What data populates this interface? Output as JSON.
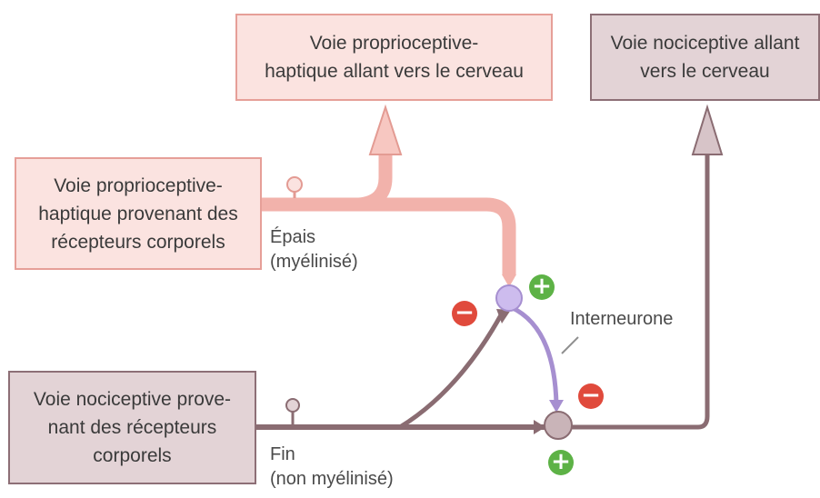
{
  "boxes": {
    "proprio_brain": "Voie proprioceptive-\nhaptique allant vers le cerveau",
    "noci_brain": "Voie nociceptive allant\nvers le cerveau",
    "proprio_source": "Voie proprioceptive-\nhaptique provenant des\nrécepteurs corporels",
    "noci_source": "Voie nociceptive prove-\nnant des récepteurs\ncorporels"
  },
  "labels": {
    "thick": "Épais\n(myélinisé)",
    "thin": "Fin\n(non myélinisé)",
    "interneuron": "Interneurone"
  },
  "signs": {
    "inhibitory": "−",
    "excitatory": "+"
  },
  "colors": {
    "proprio_fill": "#fbe3e0",
    "proprio_fiber": "#f2b2ab",
    "noci_fill": "#e3d3d6",
    "noci_fiber": "#8a6c72",
    "interneuron": "#a68fd0",
    "interneuron_body": "#cdbcee",
    "inhibitory": "#e04a3c",
    "excitatory": "#5db246"
  }
}
